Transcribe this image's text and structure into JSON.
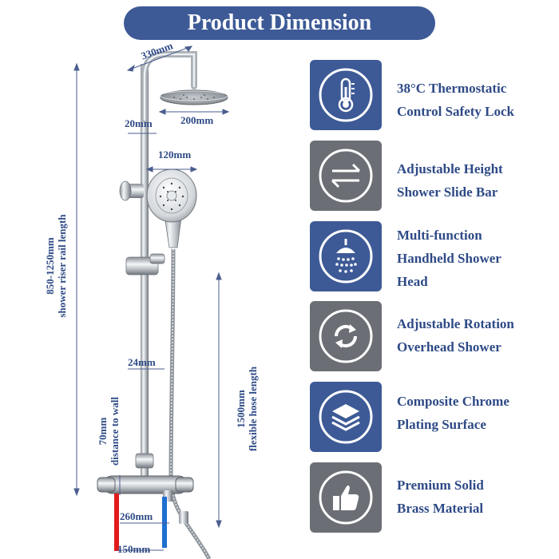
{
  "header": {
    "title": "Product Dimension"
  },
  "dimensions": {
    "arm_length": "330mm",
    "head_diameter": "200mm",
    "arm_offset": "20mm",
    "handheld_diameter": "120mm",
    "rail_diameter": "24mm",
    "outlet_spacing": "260mm",
    "inlet_spacing": "150mm",
    "wall_distance": {
      "value": "70mm",
      "label": "distance to wall"
    },
    "rail_length": {
      "value": "850-1250mm",
      "label": "shower riser rail length"
    },
    "hose_length": {
      "value": "1500mm",
      "label": "flexible hose length"
    }
  },
  "features": [
    {
      "icon": "thermometer-icon",
      "lines": [
        "38°C Thermostatic",
        "Control Safety Lock"
      ],
      "bg": "#3d5a96"
    },
    {
      "icon": "adjust-arrows-icon",
      "lines": [
        "Adjustable Height",
        "Shower Slide Bar"
      ],
      "bg": "#6b6f75"
    },
    {
      "icon": "shower-head-icon",
      "lines": [
        "Multi-function",
        "Handheld Shower",
        "Head"
      ],
      "bg": "#3d5a96"
    },
    {
      "icon": "rotate-icon",
      "lines": [
        "Adjustable Rotation",
        "Overhead Shower"
      ],
      "bg": "#6b6f75"
    },
    {
      "icon": "layers-icon",
      "lines": [
        "Composite Chrome",
        "Plating Surface"
      ],
      "bg": "#3d5a96"
    },
    {
      "icon": "thumbs-up-icon",
      "lines": [
        "Premium Solid",
        "Brass Material"
      ],
      "bg": "#6b6f75"
    }
  ],
  "colors": {
    "brand": "#3d5a96",
    "grey": "#6b6f75",
    "text": "#2e4a86",
    "hot": "#e21b1b",
    "cold": "#1f6fd1"
  }
}
